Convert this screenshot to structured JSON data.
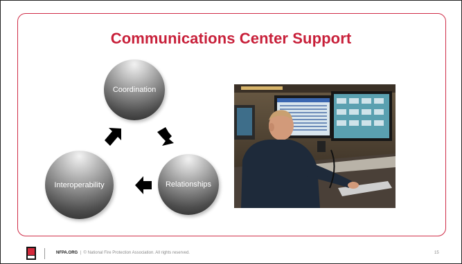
{
  "slide": {
    "title": "Communications Center Support",
    "cycle": [
      {
        "label": "Coordination"
      },
      {
        "label": "Relationships"
      },
      {
        "label": "Interoperability"
      }
    ],
    "photo_description": "Dispatcher seated at a console with multiple monitors"
  },
  "footer": {
    "org": "NFPA.ORG",
    "separator": "|",
    "copyright": "© National Fire Protection Association.  All rights reserved.",
    "page_number": "15"
  },
  "colors": {
    "accent": "#c8203a",
    "frame": "#cf2b46"
  }
}
